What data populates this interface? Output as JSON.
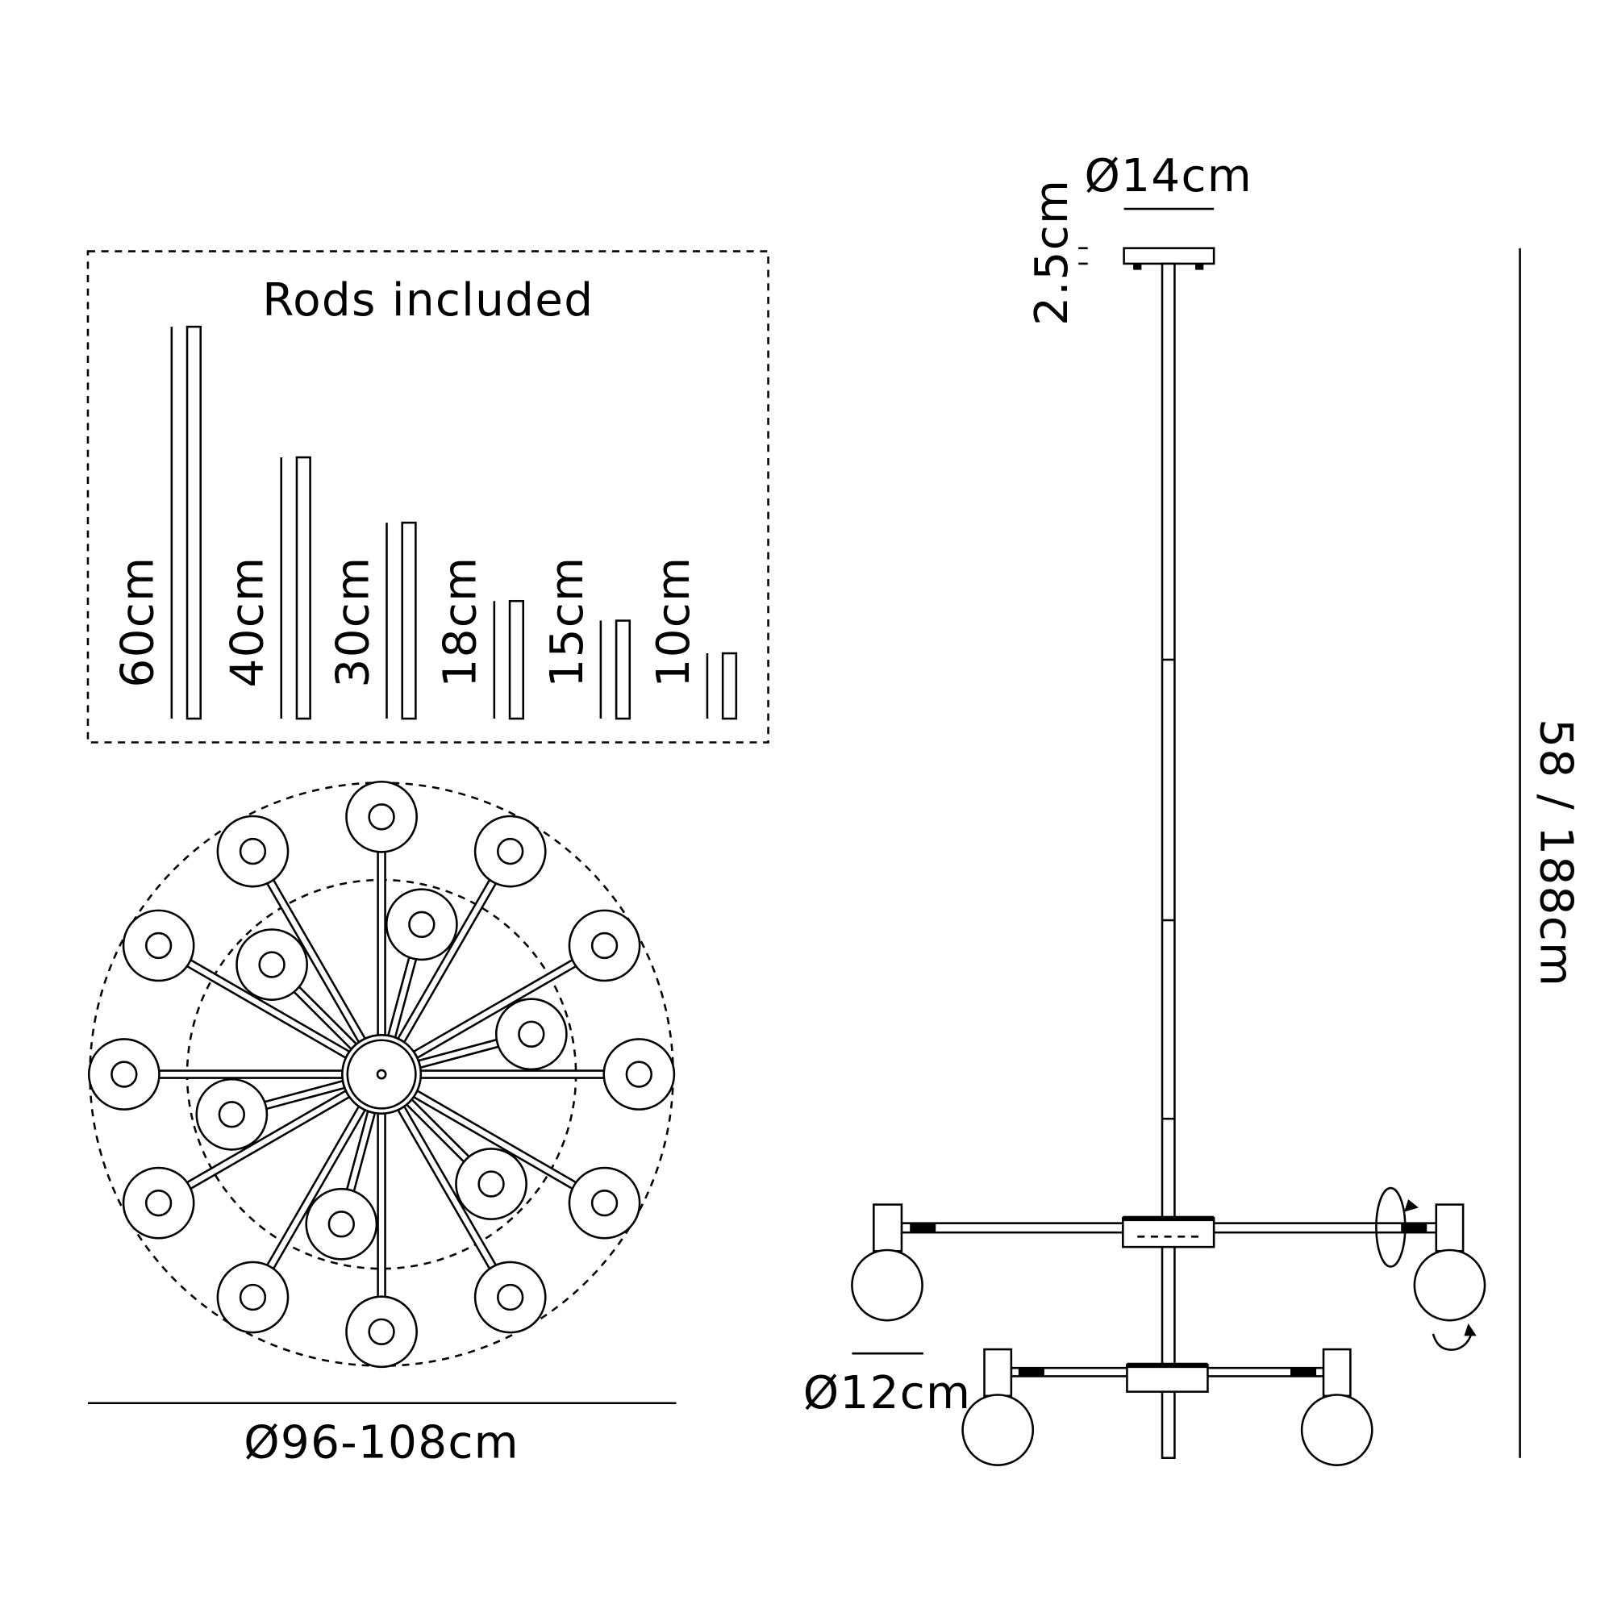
{
  "rods_box": {
    "title": "Rods included",
    "rods": [
      {
        "label": "60cm",
        "length_cm": 60
      },
      {
        "label": "40cm",
        "length_cm": 40
      },
      {
        "label": "30cm",
        "length_cm": 30
      },
      {
        "label": "18cm",
        "length_cm": 18
      },
      {
        "label": "15cm",
        "length_cm": 15
      },
      {
        "label": "10cm",
        "length_cm": 10
      }
    ]
  },
  "top_view": {
    "diameter_label": "Ø96-108cm",
    "outer_lamps": 12,
    "inner_lamps": 6
  },
  "side_view": {
    "canopy_diameter": "Ø14cm",
    "canopy_height": "2.5cm",
    "hub_diameter": "Ø12cm",
    "height_label": "58 / 188cm"
  },
  "colors": {
    "line": "#000000",
    "background": "#ffffff"
  }
}
